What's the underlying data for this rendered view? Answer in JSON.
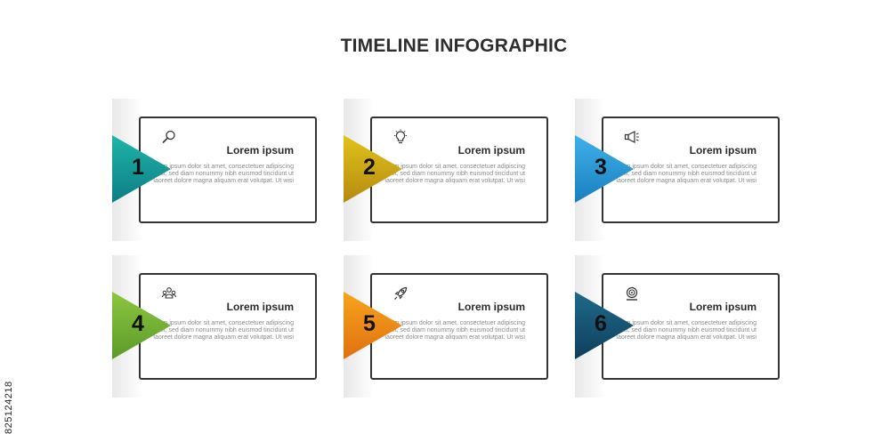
{
  "title": "TIMELINE INFOGRAPHIC",
  "side_id": "825124218",
  "steps": [
    {
      "number": "1",
      "heading": "Lorem ipsum",
      "body": "Lorem ipsum dolor sit amet, consectetuer adipiscing elit, sed diam nonummy nibh euismod tincidunt ut laoreet dolore magna aliquam erat volutpat. Ut wisi",
      "icon": "magnifier-icon",
      "color_top": "#1fb5a8",
      "color_bottom": "#0d7d86"
    },
    {
      "number": "2",
      "heading": "Lorem ipsum",
      "body": "Lorem ipsum dolor sit amet, consectetuer adipiscing elit, sed diam nonummy nibh euismod tincidunt ut laoreet dolore magna aliquam erat volutpat. Ut wisi",
      "icon": "lightbulb-icon",
      "color_top": "#e1c21b",
      "color_bottom": "#b58a10"
    },
    {
      "number": "3",
      "heading": "Lorem ipsum",
      "body": "Lorem ipsum dolor sit amet, consectetuer adipiscing elit, sed diam nonummy nibh euismod tincidunt ut laoreet dolore magna aliquam erat volutpat. Ut wisi",
      "icon": "megaphone-icon",
      "color_top": "#3fb0e8",
      "color_bottom": "#1a7fc0"
    },
    {
      "number": "4",
      "heading": "Lorem ipsum",
      "body": "Lorem ipsum dolor sit amet, consectetuer adipiscing elit, sed diam nonummy nibh euismod tincidunt ut laoreet dolore magna aliquam erat volutpat. Ut wisi",
      "icon": "team-icon",
      "color_top": "#8dc63f",
      "color_bottom": "#5a9a2a"
    },
    {
      "number": "5",
      "heading": "Lorem ipsum",
      "body": "Lorem ipsum dolor sit amet, consectetuer adipiscing elit, sed diam nonummy nibh euismod tincidunt ut laoreet dolore magna aliquam erat volutpat. Ut wisi",
      "icon": "rocket-icon",
      "color_top": "#f7a41d",
      "color_bottom": "#e07010"
    },
    {
      "number": "6",
      "heading": "Lorem ipsum",
      "body": "Lorem ipsum dolor sit amet, consectetuer adipiscing elit, sed diam nonummy nibh euismod tincidunt ut laoreet dolore magna aliquam erat volutpat. Ut wisi",
      "icon": "target-icon",
      "color_top": "#1f6a8a",
      "color_bottom": "#0f3f5c"
    }
  ]
}
